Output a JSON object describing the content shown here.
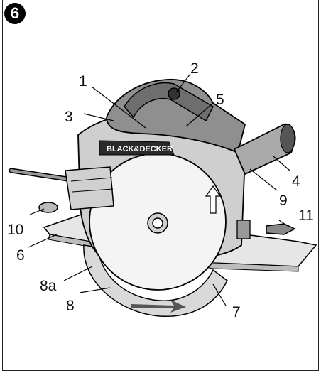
{
  "figure": {
    "number": "6",
    "brand_text": "BLACK&DECKER"
  },
  "callouts": [
    "1",
    "2",
    "3",
    "4",
    "5",
    "6",
    "7",
    "8",
    "8a",
    "9",
    "10",
    "11"
  ]
}
